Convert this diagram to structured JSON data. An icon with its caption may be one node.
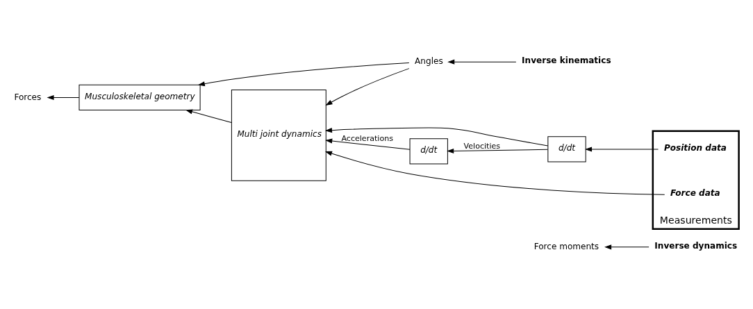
{
  "diagram": {
    "nodes": [
      {
        "text": [
          "Inverse dynamics"
        ]
      },
      {
        "text": [
          "Inverse kinematics"
        ]
      },
      {
        "text": [
          "Force moments"
        ]
      },
      {
        "text": [
          "Angles"
        ]
      },
      {
        "text": [
          "Forces"
        ]
      },
      {
        "text": [
          "Musculoskeletal geometry"
        ]
      },
      {
        "text": [
          "Multi joint dynamics"
        ]
      },
      {
        "text": [
          "d/dt"
        ]
      },
      {
        "text": [
          "d/dt"
        ]
      },
      {
        "text": [
          "Measurements"
        ]
      },
      {
        "text": [
          "Position data"
        ],
        "in": 9
      },
      {
        "text": [
          "Force data"
        ],
        "in": 9
      }
    ],
    "edges": [
      {
        "from": 0,
        "to": 2,
        "arrow": "to"
      },
      {
        "from": 1,
        "to": 3,
        "arrow": "to"
      },
      {
        "from": 3,
        "to": 5,
        "arrow": "to"
      },
      {
        "from": 3,
        "to": 6,
        "arrow": "to"
      },
      {
        "from": 10,
        "to": 8,
        "arrow": "to"
      },
      {
        "from": 8,
        "to": 7,
        "arrow": "to",
        "label": "Velocities"
      },
      {
        "from": 7,
        "to": 6,
        "arrow": "to",
        "label": "Accelerations"
      },
      {
        "from": 8,
        "to": 6,
        "arrow": "to"
      },
      {
        "from": 11,
        "to": 6,
        "arrow": "to"
      },
      {
        "from": 6,
        "to": 5,
        "arrow": "to"
      },
      {
        "from": 5,
        "to": 4,
        "arrow": "to"
      }
    ]
  }
}
